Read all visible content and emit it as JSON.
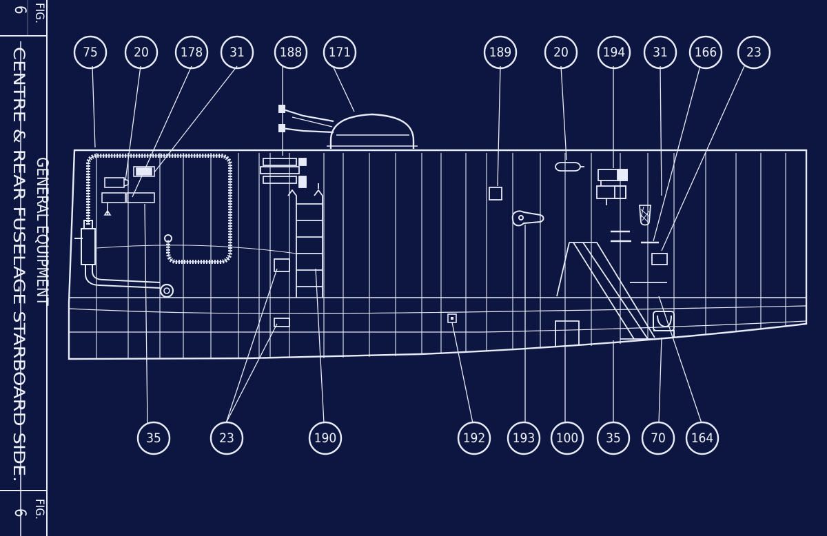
{
  "figure": {
    "label": "FIG.",
    "number": "6",
    "title_line1": "GENERAL EQUIPMENT",
    "title_line2": "CENTRE & REAR FUSELAGE STARBOARD SIDE."
  },
  "callouts_top": [
    "75",
    "20",
    "178",
    "31",
    "188",
    "171",
    "189",
    "20",
    "194",
    "31",
    "166",
    "23"
  ],
  "callouts_bottom": [
    "35",
    "23",
    "190",
    "192",
    "193",
    "100",
    "35",
    "70",
    "164"
  ],
  "colors": {
    "background": "#0c1640",
    "line": "#e8ecf8"
  }
}
